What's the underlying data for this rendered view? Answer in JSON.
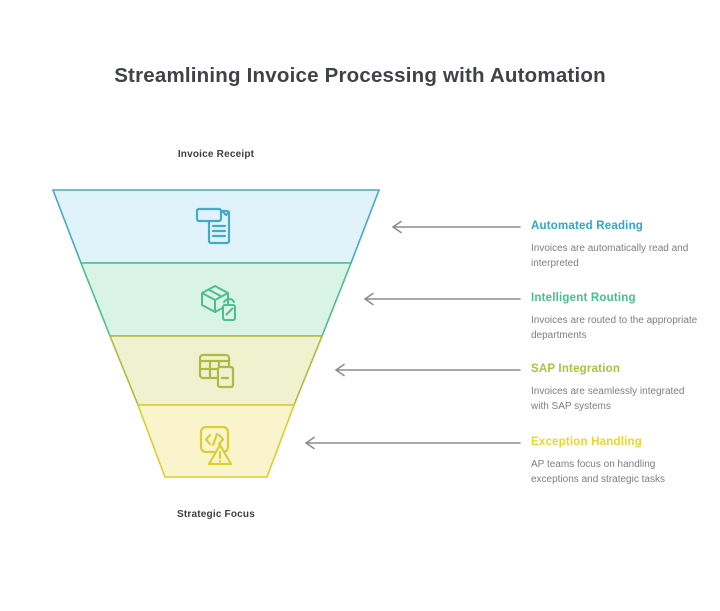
{
  "page": {
    "title": "Streamlining Invoice Processing with Automation",
    "title_color": "#3f4347",
    "background": "#ffffff"
  },
  "funnel": {
    "top_label": "Invoice Receipt",
    "bottom_label": "Strategic Focus",
    "label_color": "#3d4043",
    "layers": [
      {
        "label": "Automated Reading",
        "icon": "document-scan-icon",
        "fill": "#e1f3fa",
        "stroke": "#45aac9"
      },
      {
        "label": "Intelligent Routing",
        "icon": "package-routing-icon",
        "fill": "#d9f4e6",
        "stroke": "#4fbd8c"
      },
      {
        "label": "SAP Integration",
        "icon": "table-document-icon",
        "fill": "#f0f2cf",
        "stroke": "#aeba43"
      },
      {
        "label": "Exception Handling",
        "icon": "code-alert-icon",
        "fill": "#faf4cd",
        "stroke": "#d9ce33"
      }
    ]
  },
  "callouts": [
    {
      "title": "Automated Reading",
      "color": "#2ea7ce",
      "description": "Invoices are automatically read and interpreted"
    },
    {
      "title": "Intelligent Routing",
      "color": "#43c28b",
      "description": "Invoices are routed to the appropriate departments"
    },
    {
      "title": "SAP Integration",
      "color": "#a6c43e",
      "description": "Invoices are seamlessly integrated with SAP systems"
    },
    {
      "title": "Exception Handling",
      "color": "#e9d728",
      "description": "AP teams focus on handling exceptions and strategic tasks"
    }
  ],
  "colors": {
    "arrow": "#8a8d90",
    "description_text": "#7b7e83"
  }
}
